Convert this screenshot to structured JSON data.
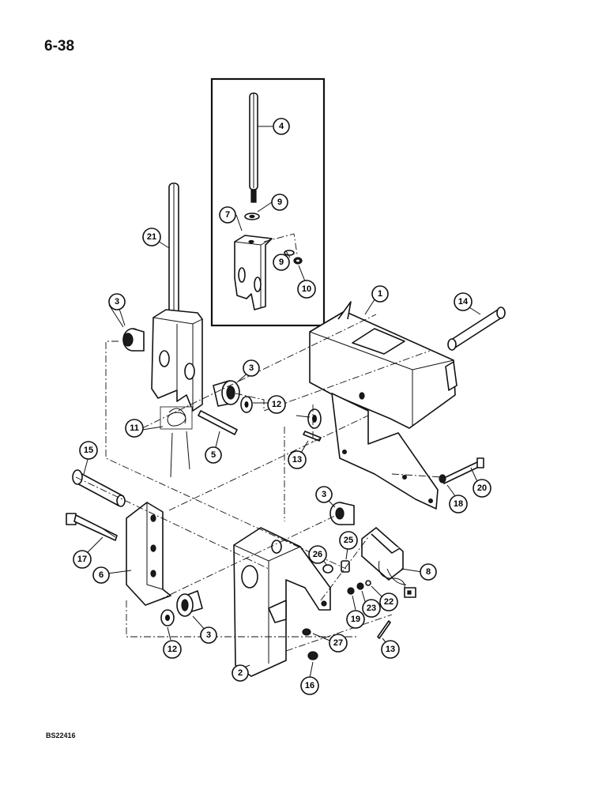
{
  "page": {
    "number": "6-38",
    "figure_code": "BS22416"
  },
  "callouts": {
    "c1": "1",
    "c2": "2",
    "c3a": "3",
    "c3b": "3",
    "c3c": "3",
    "c3d": "3",
    "c4": "4",
    "c5": "5",
    "c6": "6",
    "c7": "7",
    "c8": "8",
    "c9a": "9",
    "c9b": "9",
    "c10": "10",
    "c11": "11",
    "c12a": "12",
    "c12b": "12",
    "c13a": "13",
    "c13b": "13",
    "c14": "14",
    "c15": "15",
    "c16": "16",
    "c17": "17",
    "c18": "18",
    "c19": "19",
    "c20": "20",
    "c21": "21",
    "c22": "22",
    "c23": "23",
    "c25": "25",
    "c26": "26",
    "c27": "27"
  }
}
